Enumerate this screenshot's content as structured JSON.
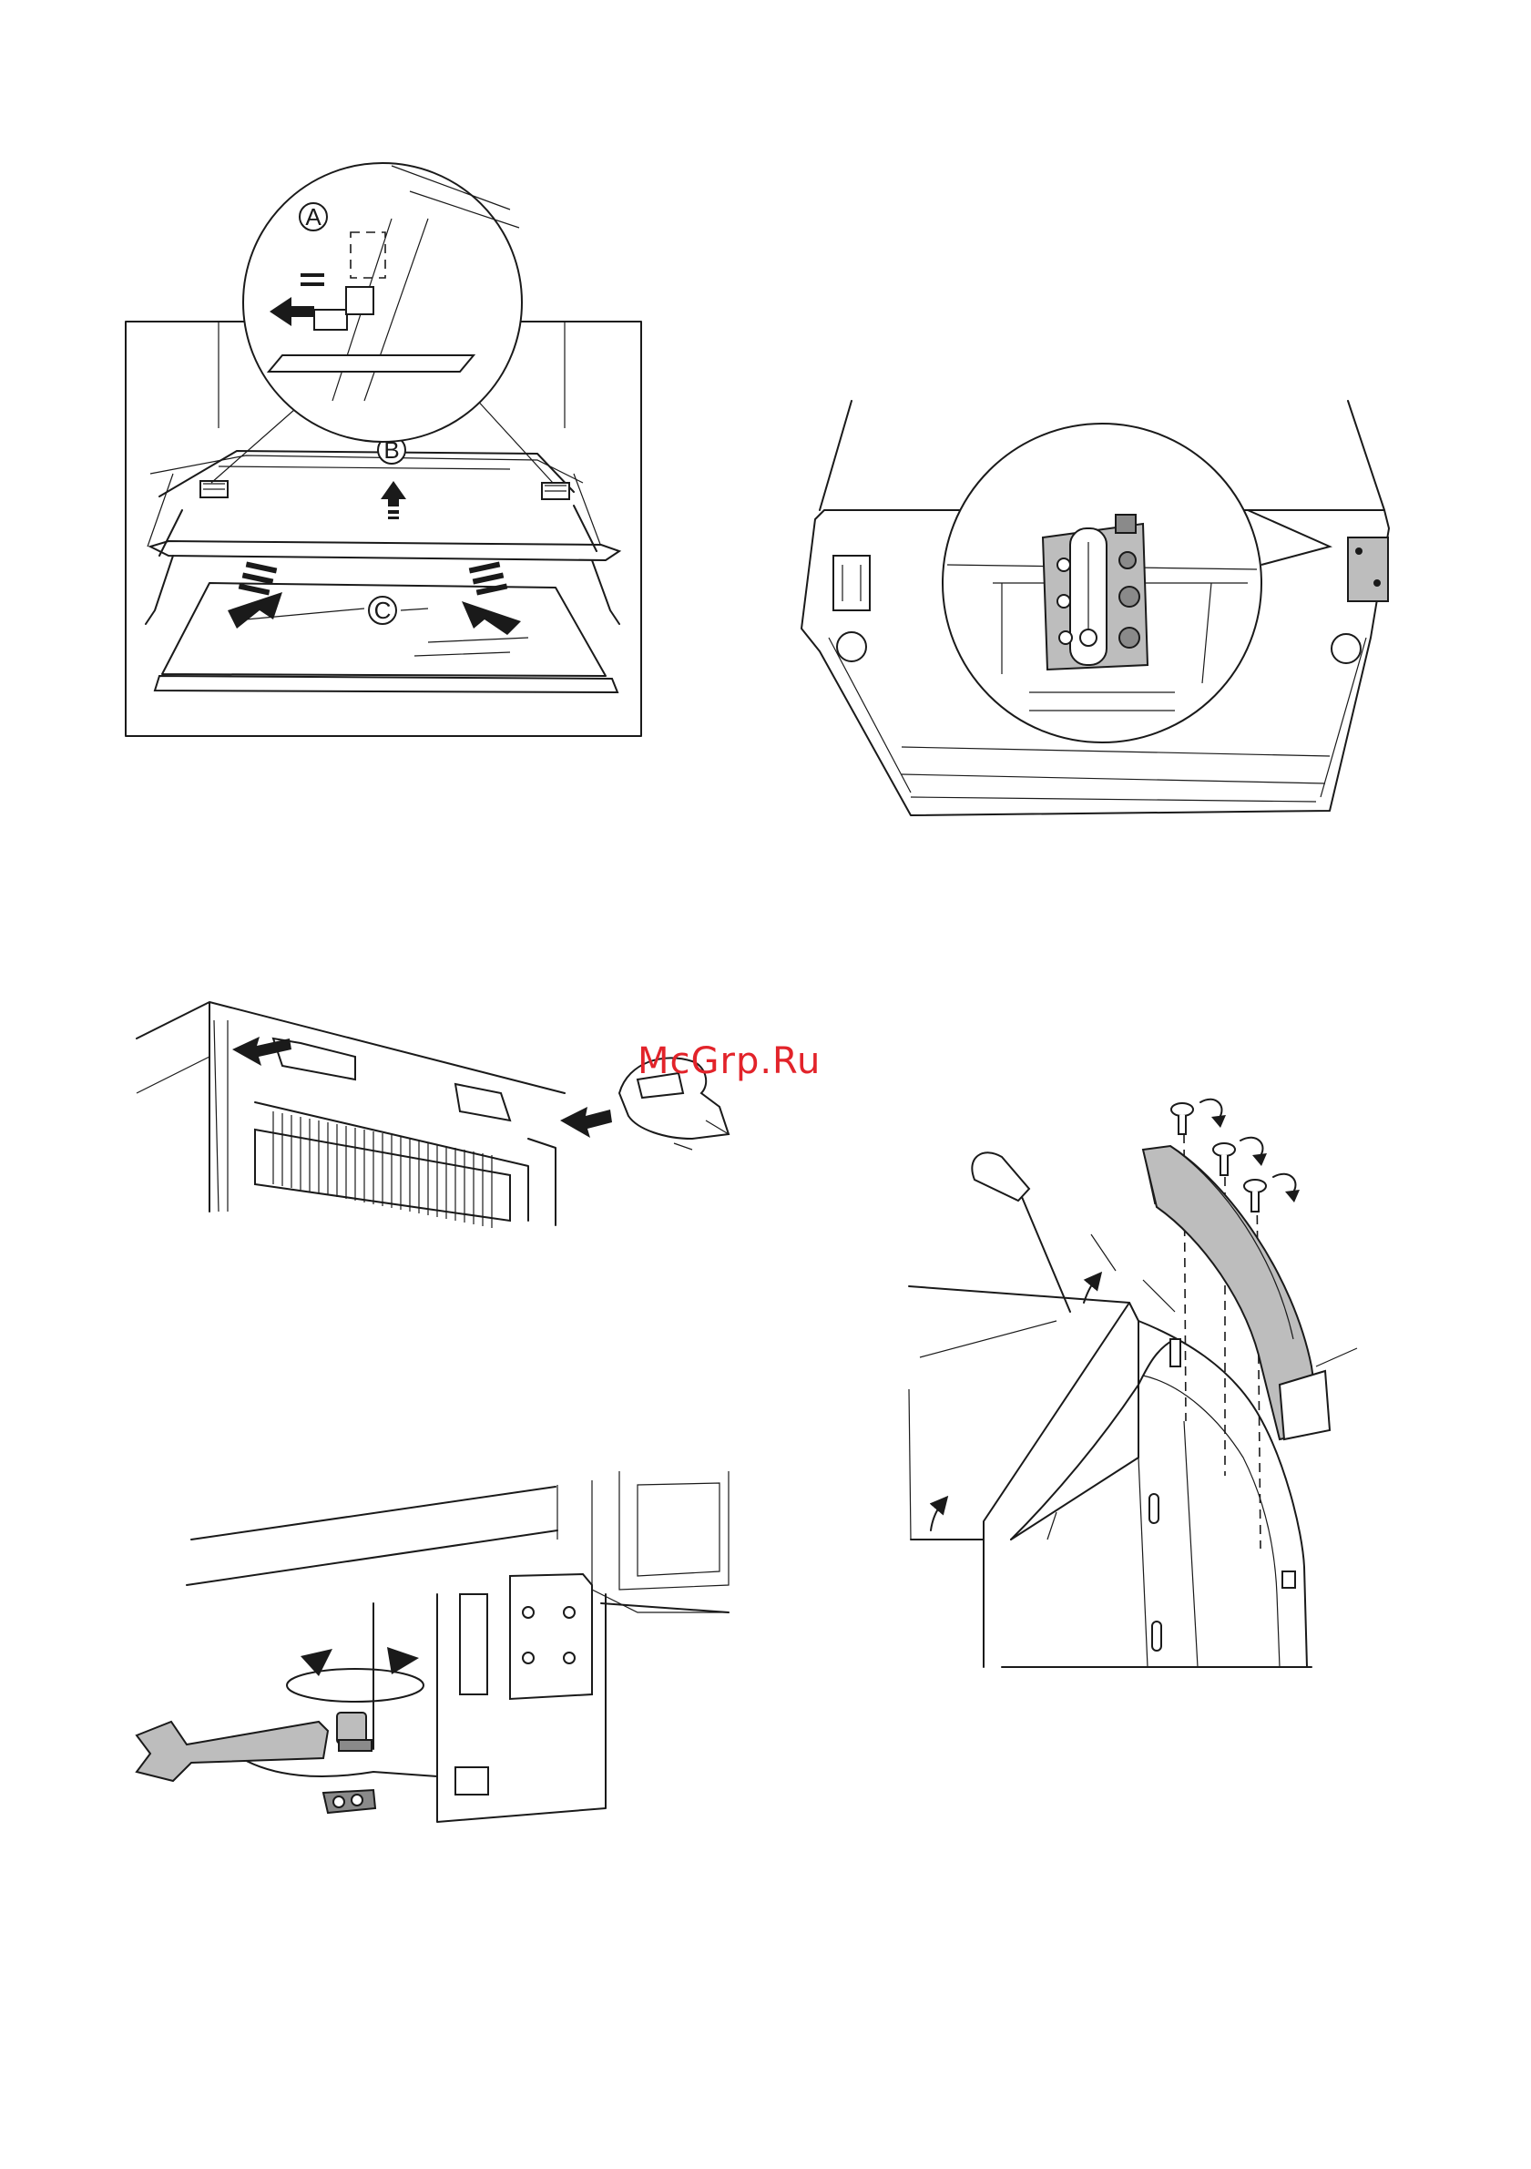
{
  "watermark": {
    "text": "McGrp.Ru",
    "color": "#e2232a"
  },
  "figures": [
    {
      "id": "shelf-removal",
      "callouts": [
        "A",
        "B",
        "C"
      ]
    },
    {
      "id": "hinge-detail",
      "callouts": []
    },
    {
      "id": "hinge-pin-removal",
      "callouts": []
    },
    {
      "id": "foot-adjustment",
      "callouts": []
    },
    {
      "id": "handle-mounting",
      "callouts": []
    }
  ],
  "icons": [
    "arrow-icon",
    "screw-icon",
    "wrench-icon",
    "screwdriver-icon",
    "hand-icon",
    "rotate-icon"
  ]
}
